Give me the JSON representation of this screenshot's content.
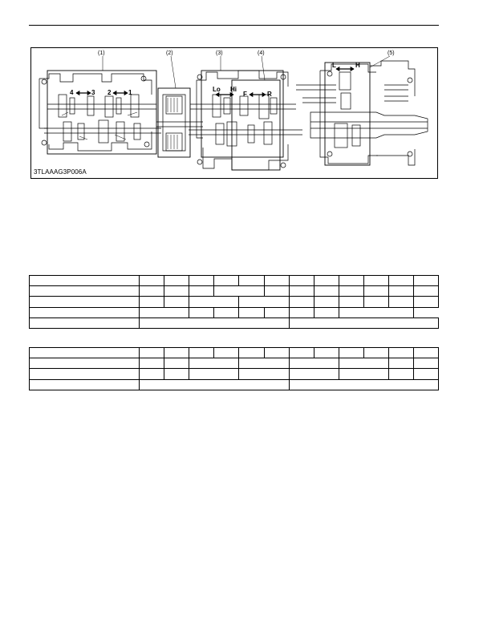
{
  "figure": {
    "id": "3TLAAAG3P006A",
    "callouts": [
      "(1)",
      "(2)",
      "(3)",
      "(4)",
      "(5)"
    ],
    "shift_labels": {
      "gear4": "4",
      "gear3": "3",
      "gear2": "2",
      "gear1": "1",
      "lo": "Lo",
      "hi": "Hi",
      "forward": "F",
      "reverse": "R",
      "low": "L",
      "high": "H"
    }
  },
  "tables": {
    "table1": {
      "rows": [
        [
          "",
          "",
          "",
          "",
          "",
          "",
          "",
          "",
          "",
          "",
          "",
          "",
          ""
        ],
        [
          "",
          "",
          "",
          "",
          "",
          "",
          "",
          "",
          "",
          "",
          "",
          ""
        ],
        [
          "",
          "",
          "",
          "",
          "",
          "",
          "",
          "",
          "",
          "",
          ""
        ],
        [
          "",
          "",
          "",
          "",
          "",
          "",
          "",
          "",
          ""
        ],
        [
          "",
          "",
          ""
        ]
      ]
    },
    "table2": {
      "rows": [
        [
          "",
          "",
          "",
          "",
          "",
          "",
          "",
          "",
          "",
          "",
          "",
          "",
          ""
        ],
        [
          "",
          "",
          "",
          "",
          "",
          "",
          "",
          "",
          ""
        ],
        [
          "",
          "",
          "",
          "",
          "",
          "",
          "",
          "",
          ""
        ],
        [
          "",
          "",
          ""
        ]
      ]
    }
  }
}
